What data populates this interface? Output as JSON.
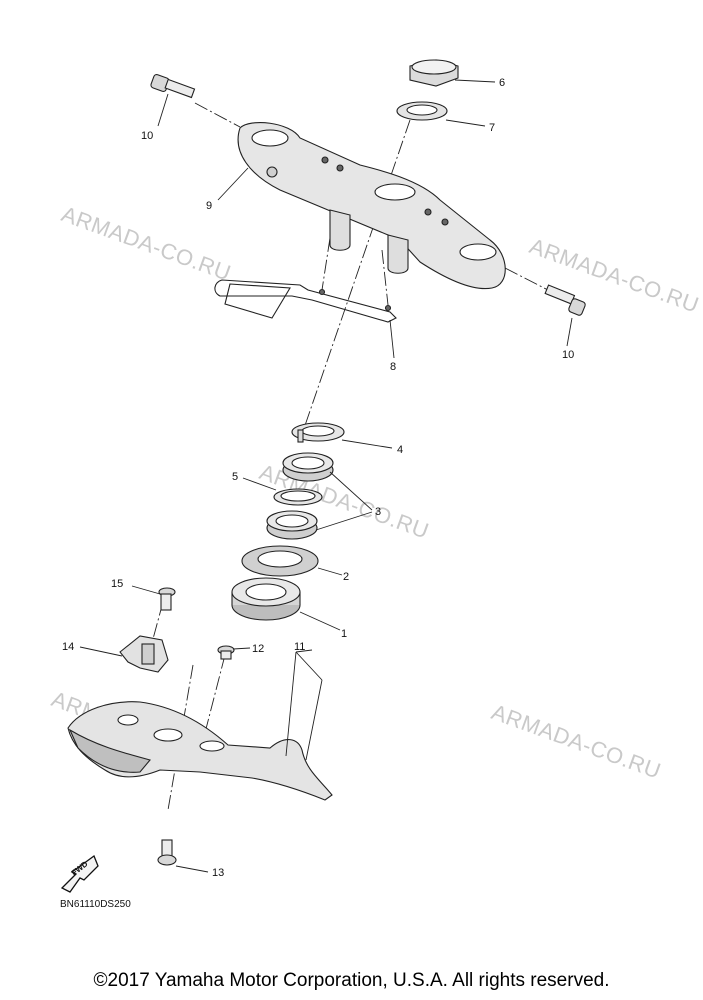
{
  "callouts": {
    "c1": "1",
    "c2": "2",
    "c3": "3",
    "c4": "4",
    "c5": "5",
    "c6": "6",
    "c7": "7",
    "c8": "8",
    "c9": "9",
    "c10a": "10",
    "c10b": "10",
    "c11": "11",
    "c12": "12",
    "c13": "13",
    "c14": "14",
    "c15": "15"
  },
  "watermarks": [
    "ARMADA-CO.RU",
    "ARMADA-CO.RU",
    "ARMADA-CO.RU",
    "ARMADA-CO.RU",
    "ARMADA-CO.RU"
  ],
  "diagram_code": "BN61110DS250",
  "fwd_label": "FWD",
  "copyright": "©2017 Yamaha Motor Corporation, U.S.A. All rights reserved.",
  "colors": {
    "part_fill": "#e9e9e9",
    "part_dark": "#b8b8b8",
    "watermark": "#c9c9c9"
  }
}
